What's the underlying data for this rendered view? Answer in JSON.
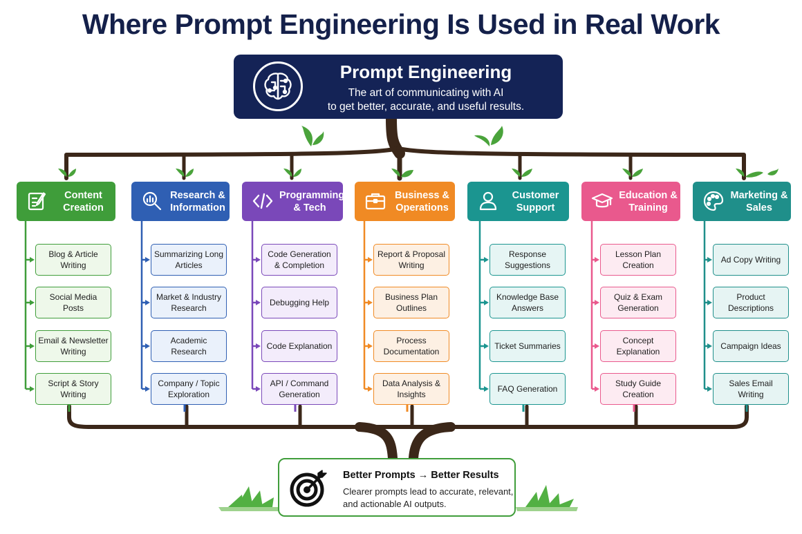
{
  "title": "Where Prompt Engineering Is Used in Real Work",
  "hero": {
    "icon": "brain-circuit-icon",
    "title": "Prompt Engineering",
    "subtitle_line1": "The art of communicating with AI",
    "subtitle_line2": "to get better, accurate, and useful results."
  },
  "categories": [
    {
      "label": "Content Creation",
      "icon": "pencil-note-icon",
      "color": "#3f9d3a",
      "light": "#eef8ea",
      "items": [
        "Blog & Article Writing",
        "Social Media Posts",
        "Email & Newsletter Writing",
        "Script & Story Writing"
      ]
    },
    {
      "label": "Research & Information",
      "icon": "magnifier-chart-icon",
      "color": "#2f5fb3",
      "light": "#eaf1fb",
      "items": [
        "Summarizing Long Articles",
        "Market & Industry Research",
        "Academic Research",
        "Company / Topic Exploration"
      ]
    },
    {
      "label": "Programming & Tech",
      "icon": "code-brackets-icon",
      "color": "#7a48b9",
      "light": "#f3ecfb",
      "items": [
        "Code Generation & Completion",
        "Debugging Help",
        "Code Explanation",
        "API / Command Generation"
      ]
    },
    {
      "label": "Business & Operations",
      "icon": "briefcase-icon",
      "color": "#f08a24",
      "light": "#fdf0e3",
      "items": [
        "Report & Proposal Writing",
        "Business Plan Outlines",
        "Process Documentation",
        "Data Analysis & Insights"
      ]
    },
    {
      "label": "Customer Support",
      "icon": "user-icon",
      "color": "#1b9590",
      "light": "#e6f5f4",
      "items": [
        "Response Suggestions",
        "Knowledge Base Answers",
        "Ticket Summaries",
        "FAQ Generation"
      ]
    },
    {
      "label": "Education & Training",
      "icon": "graduation-cap-icon",
      "color": "#e9598d",
      "light": "#fdebf2",
      "items": [
        "Lesson Plan Creation",
        "Quiz & Exam Generation",
        "Concept Explanation",
        "Study Guide Creation"
      ]
    },
    {
      "label": "Marketing & Sales",
      "icon": "palette-icon",
      "color": "#1f8f8a",
      "light": "#e6f4f3",
      "items": [
        "Ad Copy Writing",
        "Product Descriptions",
        "Campaign Ideas",
        "Sales Email Writing"
      ]
    }
  ],
  "footer": {
    "icon": "target-arrow-icon",
    "title": "Better Prompts → Better Results",
    "subtitle": "Clearer prompts lead to accurate, relevant, and actionable AI outputs."
  }
}
